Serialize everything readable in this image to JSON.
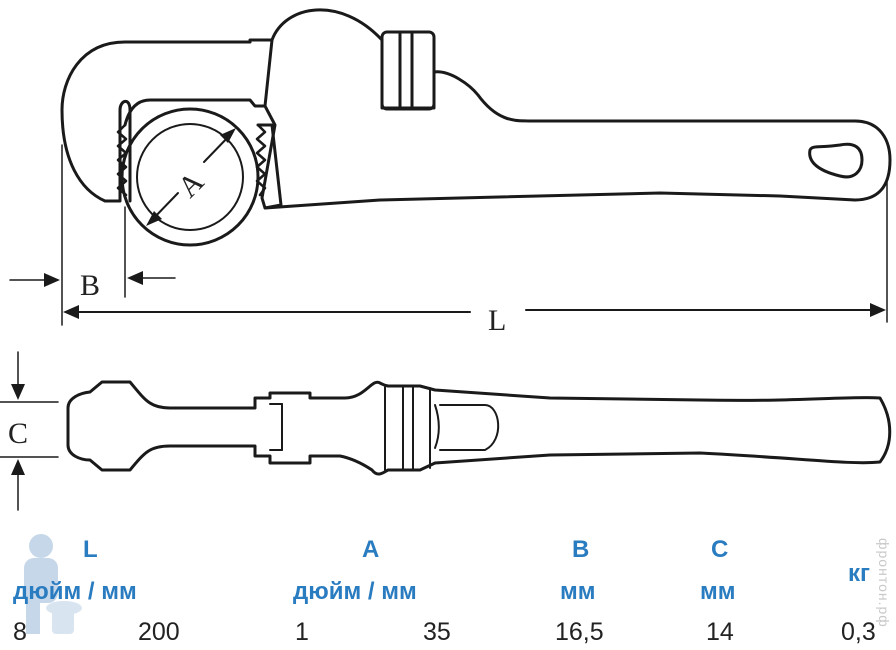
{
  "diagram": {
    "title_labels": {
      "A": "A",
      "B": "B",
      "L": "L",
      "C": "C"
    },
    "stroke_color": "#1a1a1a"
  },
  "table": {
    "columns": [
      {
        "letter": "L",
        "unit": "дюйм / мм",
        "values": [
          "8",
          "200"
        ]
      },
      {
        "letter": "A",
        "unit": "дюйм / мм",
        "values": [
          "1",
          "35"
        ]
      },
      {
        "letter": "B",
        "unit": "мм",
        "values": [
          "16,5"
        ]
      },
      {
        "letter": "C",
        "unit": "мм",
        "values": [
          "14"
        ]
      },
      {
        "letter": "",
        "unit": "кг",
        "values": [
          "0,3"
        ]
      }
    ],
    "header_color": "#2a7cc0"
  },
  "watermark": {
    "text": "фронтон.рф"
  }
}
